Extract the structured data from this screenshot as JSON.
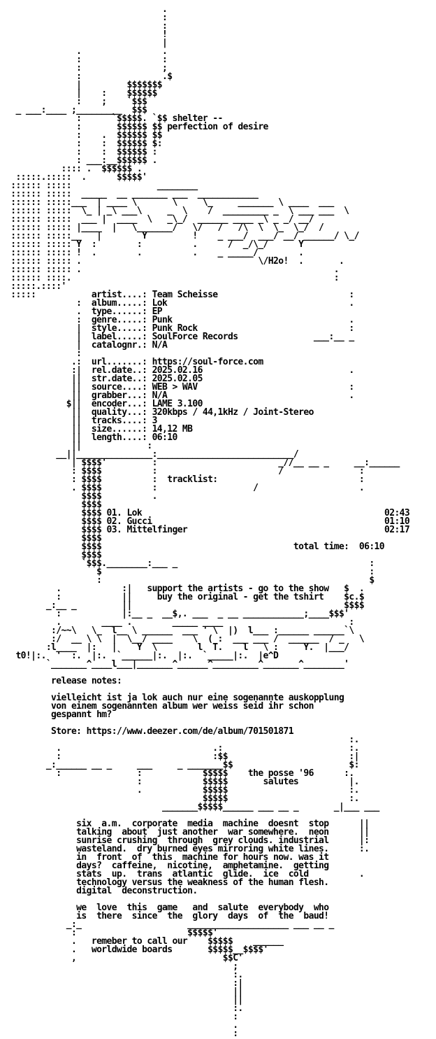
{
  "nfo": {
    "lines": [
      "                               .",
      "                               :",
      "                               :",
      "                               !",
      "                               |",
      "              .                .",
      "              :                :",
      "              :                ;",
      "              :                .$",
      "              |         $$$$$$$",
      "              |    :    $$$$$$",
      "              :    ;    `$$$",
      "  _ ___:____ ;_________  $$$",
      "              :      `$$$$$. `$$ shelter --",
      "              :       $$$$$$ $$ perfection of desire",
      "              :    .  $$$$$$ $$",
      "              :    :  $$$$$$ $:",
      "              :    :  $$$$$$ :",
      "              : ___:__$$$$$$ .",
      "           :::: .  $$$$$$ .",
      "  :::::.:::::  .      $$$$$'",
      " :::::: :::::                 ________",
      " :::::: :::::  _____  __ _______ ___  ____________",
      " :::::: :::::___  | ____ \\       \\     \\_     _______ \\ ____  ___",
      " :::::: :::::  \\_ | _\\ ___\\     _  \\    /  _________ _  \\ ___ ___  \\",
      " :::::: :::::  ___ |  ____  \\   _\\_/  ______ ____ _\\ _ _/ __/",
      " :::::: ::::: |____  |   \\_______/   \\/   /   /\\  \\  \\_  \\_/  /",
      " :::::: :::::__   |        Y         !    _ ___/  ___/ __/ ______/ \\_/",
      " :::::: ::::: Y  :        :          .      /  _/\\_/      Y",
      " :::::: ::::: !  .        .          .    _ _____/        .",
      " :::::: ::::: .                                   \\/H2o!  .       .",
      " :::::: ::::: .                                                  .",
      " :::::: ::::.                                                    :",
      " :::::.::::'",
      " :::::           artist....: Team Scheisse                          :",
      "              :  album.....: Lok                                    .",
      "              .  type......: EP",
      "              :  genre.....: Punk                                   .",
      "              |  style.....: Punk Rock                              :",
      "              |  label.....: SoulForce Records               ___:__ _",
      "              |  catalognr.: N/A",
      "              :",
      "             .:  url.......: https://soul-force.com",
      "             :|  rel.date..: 2025.02.16                             .",
      "             ||  str.date..: 2025.02.05",
      "             ||  source....: WEB > WAV                              :",
      "             ||  grabber...: N/A                                    .",
      "            $||  encoder...: LAME 3.100",
      "             ||  quality...: 320kbps / 44,1kHz / Joint-Stereo",
      "             ||  tracks....: 3",
      "             ||  size......: 14,12 MB",
      "             ||  length....: 06:10",
      "             ||             :",
      "          __||_______________:___________________________/",
      "             | $$$$'         :                        _//__ __ _     __:______",
      "             : $$$$          :                        /               :",
      "             : $$$$          :  tracklist:                            :",
      "             . $$$$          :                   /                    .",
      "               $$$$          .",
      "               $$$$",
      "               $$$$ 01. Lok                                                02:43",
      "               $$$$ 02. Gucci                                              01:10",
      "               $$$$ 03. Mittelfinger                                       02:17",
      "               $$$$",
      "               $$$$                                      total time:  06:10",
      "               $$$$",
      "               `$$$.________:___ _                                      :",
      "                  $                                                     :",
      "                  :                                                     $",
      "          .            :|   support the artists - go to the show   $  .",
      "          :            ||     buy the original - get the tshirt    $c.$",
      "        _:__ _         ||                                          $$$$",
      "          :            |:__ _  __$,. ___  _ __ ____________;____$$$'",
      "          .        ____ .        _____ ____                         :",
      "         :/~~\\   \\_  l__ \\ ______  ___ ' \\  |)  l___ :______ ______`\\",
      "         :/  __ \\ \\  |  \\__/ ____    \\  ( :  ___ ___ /  ______  / _   \\",
      "        :l____  |:   |    Y  \\        l  T.    l   \\ :     Y.  |___/",
      "  t0!|:.  '  :.  |:.  `______|:.  |:.  `_____|:.  |e^D",
      "        `_______^____l___|_______^______^_________^_______^________'",
      "",
      "         release notes:",
      "",
      "         vielleicht ist ja lok auch nur eine sogenannte auskopplung",
      "         von einem sogenannten album wer weiss seid ihr schon",
      "         gespannt hm?",
      "",
      "         Store: https://www.deezer.com/de/album/701501871",
      "                                                                    :.",
      "          .                              .:                         :.",
      "          :                              :$$                        :|",
      "        _:______ __ _     ___     _ _______$$                       $:",
      "          :               :            $$$$$    the posse '96      :.",
      "                          :            $$$$$       salutes          |.",
      "                          .            $$$$$                        :.",
      "                                       $$$$$                        :.",
      "                               _______$$$$$______ ___ __ _       _|___ ___",
      "",
      "              six  a.m.  corporate  media  machine  doesnt  stop      ||",
      "              talking  about  just another  war somewhere.  neon      ||",
      "              sunrise crushing  through  grey clouds. industrial      |:",
      "              wasteland.  dry burned eyes mirroring white lines.      :.",
      "              in  front  of  this  machine for hours now. was it",
      "              days?  caffeine,  nicotine,  amphetamine.  getting",
      "              stats  up.  trans  atlantic  glide.  ice  cold          .",
      "              technology versus the weakness of the human flesh.",
      "              digital  deconstruction.",
      "",
      "              we  love  this  game   and  salute  everybody  who",
      "              is  there  since  the  glory  days  of  the  baud!",
      "            _:_                     ____________________ ___ __ _",
      "             :                      $$$$$'",
      "             .   remeber to call our    $$$$$    ______",
      "             .   worldwide boards       $$$$$__$$$$'",
      "             ,                             $$C'",
      "                                             ;",
      "                                             :.",
      "                                             :|",
      "                                             ||",
      "                                             ||",
      "                                             :.",
      "                                             :",
      "                                             .",
      "                                             :"
    ]
  }
}
